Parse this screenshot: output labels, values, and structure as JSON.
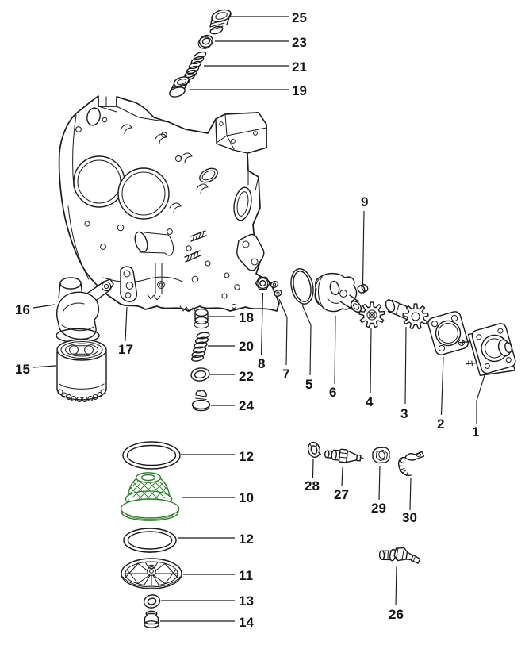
{
  "figure": {
    "type": "exploded-parts-diagram",
    "background": "#ffffff",
    "ink_color": "#1a1a1a",
    "highlight_color": "#2e7d2a",
    "highlighted_part_label": "10"
  },
  "callouts": {
    "c1": {
      "label": "1"
    },
    "c2": {
      "label": "2"
    },
    "c3": {
      "label": "3"
    },
    "c4": {
      "label": "4"
    },
    "c5": {
      "label": "5"
    },
    "c6": {
      "label": "6"
    },
    "c7": {
      "label": "7"
    },
    "c8": {
      "label": "8"
    },
    "c9": {
      "label": "9"
    },
    "c10": {
      "label": "10"
    },
    "c11": {
      "label": "11"
    },
    "c12a": {
      "label": "12"
    },
    "c12b": {
      "label": "12"
    },
    "c13": {
      "label": "13"
    },
    "c14": {
      "label": "14"
    },
    "c15": {
      "label": "15"
    },
    "c16": {
      "label": "16"
    },
    "c17": {
      "label": "17"
    },
    "c18": {
      "label": "18"
    },
    "c19": {
      "label": "19"
    },
    "c20": {
      "label": "20"
    },
    "c21": {
      "label": "21"
    },
    "c22": {
      "label": "22"
    },
    "c23": {
      "label": "23"
    },
    "c24": {
      "label": "24"
    },
    "c25": {
      "label": "25"
    },
    "c26": {
      "label": "26"
    },
    "c27": {
      "label": "27"
    },
    "c28": {
      "label": "28"
    },
    "c29": {
      "label": "29"
    },
    "c30": {
      "label": "30"
    }
  }
}
